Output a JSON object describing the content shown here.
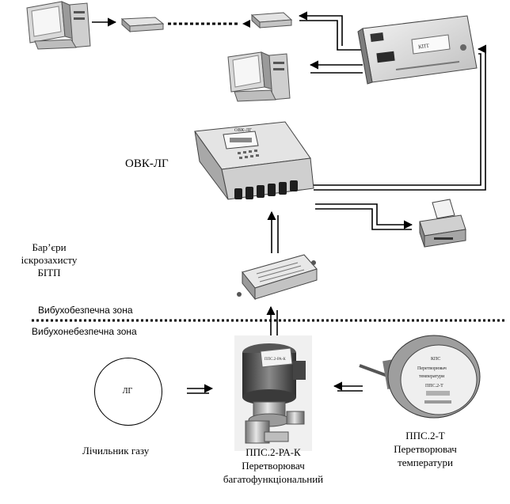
{
  "labels": {
    "ovk_title": "ОВК-ЛГ",
    "barrier_line1": "Бар’єри",
    "barrier_line2": "іскрозахисту",
    "barrier_line3": "БІТП",
    "zone_safe": "Вибухобезпечна зона",
    "zone_hazard": "Вибухонебезпечна зона",
    "lg_circle": "ЛГ",
    "meter_caption": "Лічильник газу",
    "pps_ra_line1": "ППС.2-РА-К",
    "pps_ra_line2": "Перетворювач",
    "pps_ra_line3": "багатофункціональний",
    "pps_t_line1": "ППС.2-Т",
    "pps_t_line2": "Перетворювач",
    "pps_t_line3": "температури"
  },
  "device_text": {
    "ovk_panel": "ОВК-ЛГ",
    "pps_ra_plate": "ППС.2-РА-К",
    "pps_t_plate_line1": "КПС",
    "pps_t_plate_line2": "Перетворювач",
    "pps_t_plate_line3": "температури",
    "pps_t_plate_line4": "ППС.2-Т",
    "modem_panel": "КПТ"
  },
  "icons": {
    "computer": "desktop-computer-icon",
    "modem": "modem-icon",
    "printer": "printer-icon",
    "gateway": "communication-module-icon",
    "ovk": "flow-corrector-device-icon",
    "barrier": "intrinsic-safety-barrier-icon",
    "pps_ra": "multifunction-converter-device-icon",
    "pps_t": "temperature-converter-device-icon"
  },
  "colors": {
    "line": "#000000",
    "device_light": "#e9e9e9",
    "device_mid": "#b5b5b5",
    "device_dark": "#4a4a4a"
  }
}
